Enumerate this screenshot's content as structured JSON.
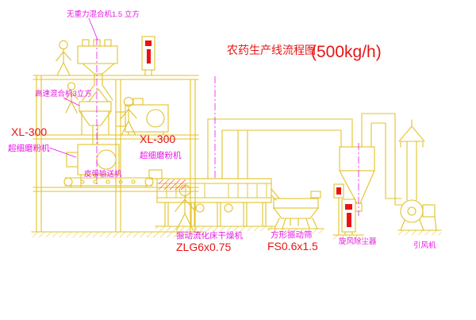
{
  "title": {
    "main": "农药生产线流程图",
    "capacity": "(500kg/h)"
  },
  "labels": {
    "gravity_mixer": "无重力混合机1.5 立方",
    "high_speed_mixer": "高速混合机3立方",
    "mill_left": {
      "model": "XL-300",
      "name": "超细磨粉机"
    },
    "mill_center": {
      "model": "XL-300",
      "name": "超细磨粉机"
    },
    "belt_conveyor": "皮带输送机",
    "dryer": {
      "name": "振动流化床干燥机",
      "model": "ZLG6x0.75"
    },
    "screen": {
      "name": "方形振动筛",
      "model": "FS0.6x1.5"
    },
    "cyclone": "旋风除尘器",
    "fan": "引风机"
  },
  "colors": {
    "background": "#ffffff",
    "line_yellow": "#e2c227",
    "label_magenta": "#e916e9",
    "accent_red": "#e81414"
  }
}
